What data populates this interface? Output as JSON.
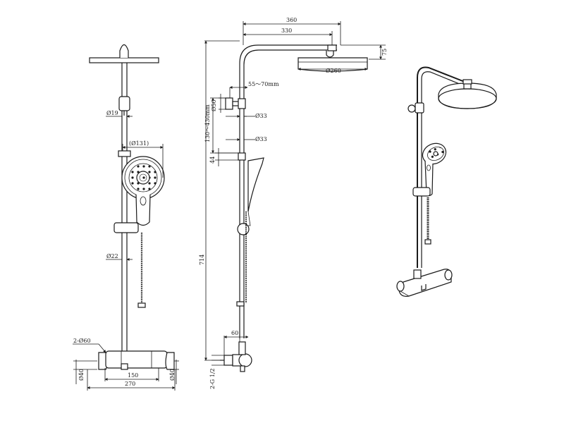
{
  "dimensions": {
    "top_width": "360",
    "arm_reach": "330",
    "head_drop": "75",
    "head_diameter": "Ø260",
    "arm_offset": "55～70mm",
    "bracket_d50": "Ø50",
    "adjust_range": "130～430mm",
    "rail_d33_upper": "Ø33",
    "rail_d33_lower": "Ø33",
    "handle_gap": "44",
    "riser_height": "714",
    "wall_offset": "60",
    "inlet_thread": "2-G 1/2",
    "front_d19": "Ø19",
    "handset_d131": "(Ø131)",
    "front_d22": "Ø22",
    "inlet_cover": "2-Ø60",
    "valve_d40_left": "Ø40",
    "valve_d40_right": "Ø40",
    "valve_centres": "150",
    "valve_width": "270"
  }
}
